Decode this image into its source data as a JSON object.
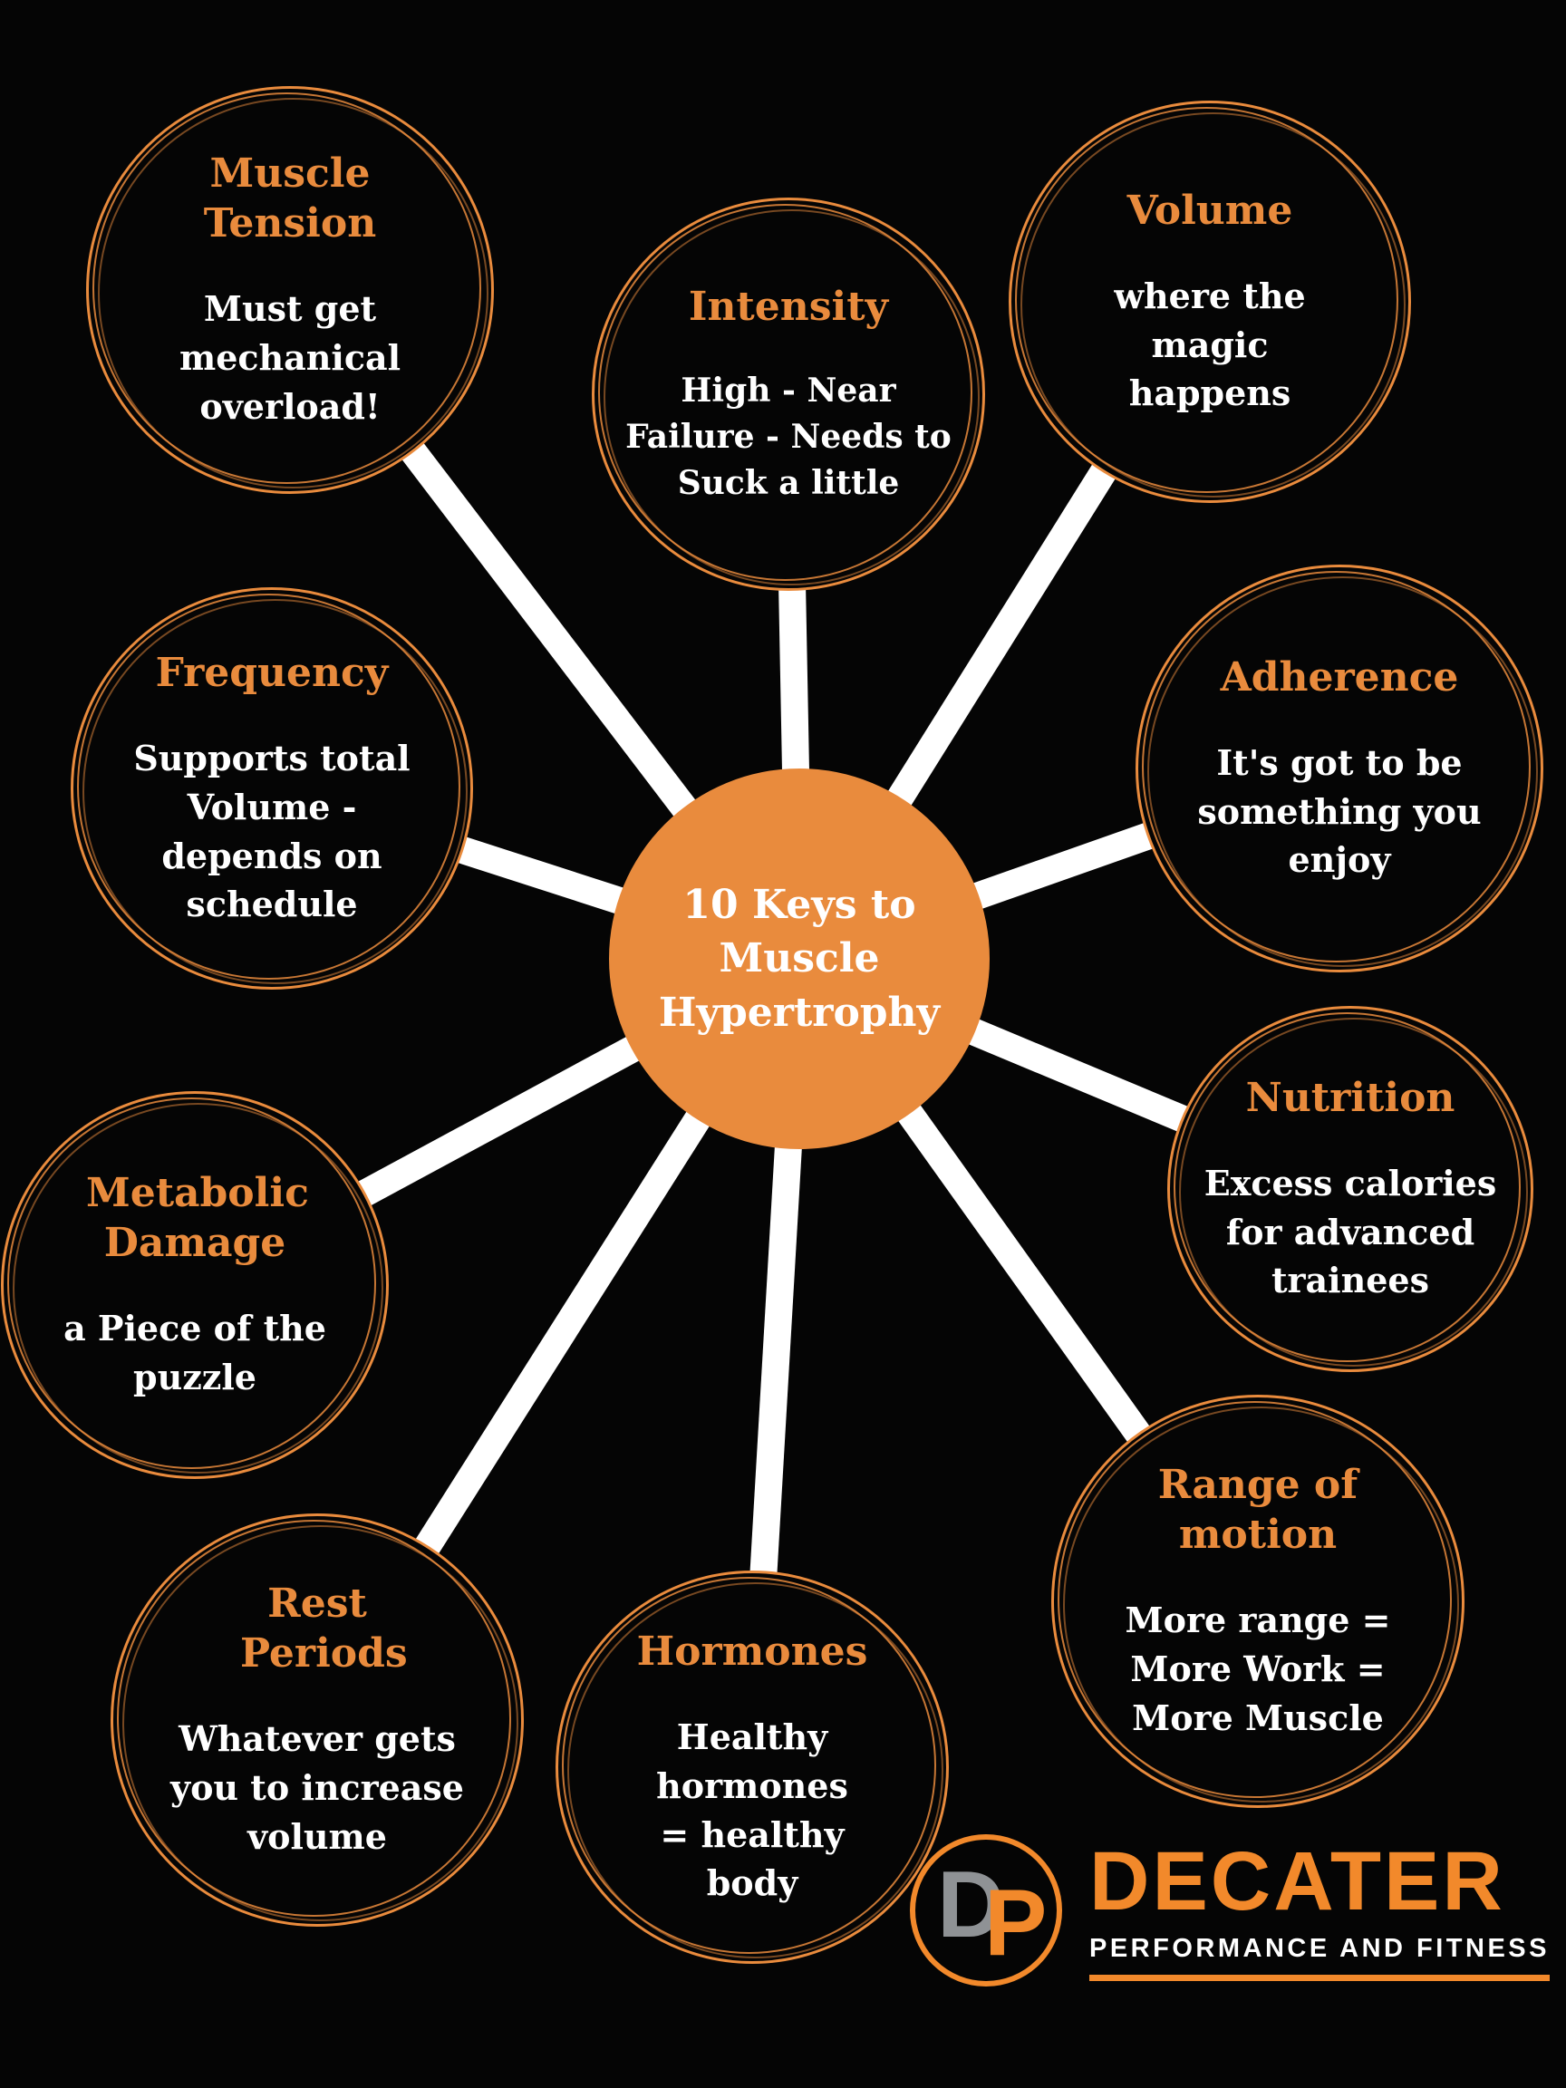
{
  "center": {
    "title": "10 Keys to Muscle Hypertrophy"
  },
  "nodes": [
    {
      "id": "muscle-tension",
      "title": "Muscle Tension",
      "body": "Must get mechanical overload!"
    },
    {
      "id": "frequency",
      "title": "Frequency",
      "body": "Supports total Volume  - depends on schedule"
    },
    {
      "id": "metabolic-damage",
      "title": "Metabolic Damage",
      "body": "a Piece of the puzzle"
    },
    {
      "id": "rest-periods",
      "title": "Rest Periods",
      "body": "Whatever gets you to increase volume"
    },
    {
      "id": "intensity",
      "title": "Intensity",
      "body": "High - Near Failure - Needs to Suck a little"
    },
    {
      "id": "volume",
      "title": "Volume",
      "body": "where the magic happens"
    },
    {
      "id": "adherence",
      "title": "Adherence",
      "body": "It's got to be something you enjoy"
    },
    {
      "id": "nutrition",
      "title": "Nutrition",
      "body": "Excess calories for advanced trainees"
    },
    {
      "id": "range-of-motion",
      "title": "Range of motion",
      "body": "More range = More Work = More Muscle"
    },
    {
      "id": "hormones",
      "title": "Hormones",
      "body": "Healthy hormones = healthy body"
    }
  ],
  "logo": {
    "monogram_d": "D",
    "monogram_p": "P",
    "name": "DECATER",
    "tagline": "PERFORMANCE AND FITNESS"
  },
  "colors": {
    "accent": "#E98B3D",
    "background": "#050505",
    "text": "#FFFFFF",
    "logo_orange": "#F2892B",
    "monogram_gray": "#8F9295"
  }
}
